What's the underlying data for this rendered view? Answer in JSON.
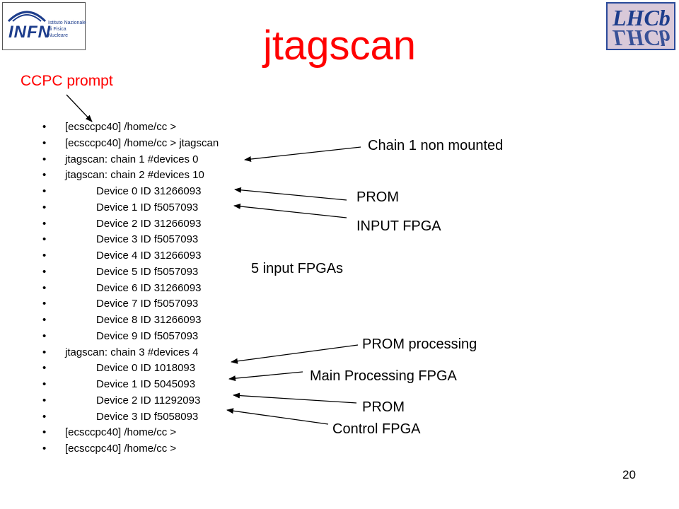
{
  "slide": {
    "title": "jtagscan",
    "page_number": "20",
    "prompt_label": "CCPC prompt",
    "title_color": "#ff0000"
  },
  "logos": {
    "infn": {
      "word": "INFN",
      "subtext": "Istituto Nazionale di Fisica Nucleare"
    },
    "lhcb": {
      "word": "LHCb"
    }
  },
  "lines": [
    {
      "text": "[ecsccpc40] /home/cc >",
      "indent": false
    },
    {
      "text": "[ecsccpc40] /home/cc > jtagscan",
      "indent": false
    },
    {
      "text": "jtagscan: chain 1 #devices 0",
      "indent": false
    },
    {
      "text": "jtagscan: chain 2 #devices 10",
      "indent": false
    },
    {
      "text": "Device 0 ID 31266093",
      "indent": true
    },
    {
      "text": "Device 1 ID f5057093",
      "indent": true
    },
    {
      "text": "Device 2 ID 31266093",
      "indent": true
    },
    {
      "text": "Device 3 ID f5057093",
      "indent": true
    },
    {
      "text": "Device 4 ID 31266093",
      "indent": true
    },
    {
      "text": "Device 5 ID f5057093",
      "indent": true
    },
    {
      "text": "Device 6 ID 31266093",
      "indent": true
    },
    {
      "text": "Device 7 ID f5057093",
      "indent": true
    },
    {
      "text": "Device 8 ID 31266093",
      "indent": true
    },
    {
      "text": "Device 9 ID f5057093",
      "indent": true
    },
    {
      "text": "jtagscan: chain 3 #devices 4",
      "indent": false
    },
    {
      "text": "Device 0 ID 1018093",
      "indent": true
    },
    {
      "text": "Device 1 ID 5045093",
      "indent": true
    },
    {
      "text": "Device 2 ID 11292093",
      "indent": true
    },
    {
      "text": "Device 3 ID f5058093",
      "indent": true
    },
    {
      "text": "[ecsccpc40] /home/cc >",
      "indent": false
    },
    {
      "text": "[ecsccpc40] /home/cc >",
      "indent": false
    }
  ],
  "annotations": {
    "chain1": "Chain 1 non mounted",
    "prom1": "PROM",
    "input_fpga": "INPUT FPGA",
    "five_input": "5 input FPGAs",
    "prom_processing": "PROM processing",
    "main_processing": "Main Processing FPGA",
    "prom2": "PROM",
    "control_fpga": "Control FPGA"
  }
}
